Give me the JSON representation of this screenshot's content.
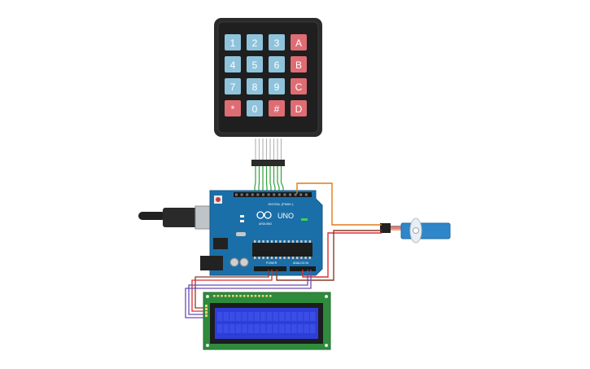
{
  "keypad": {
    "rows": [
      [
        {
          "label": "1",
          "kind": "num"
        },
        {
          "label": "2",
          "kind": "num"
        },
        {
          "label": "3",
          "kind": "num"
        },
        {
          "label": "A",
          "kind": "letter"
        }
      ],
      [
        {
          "label": "4",
          "kind": "num"
        },
        {
          "label": "5",
          "kind": "num"
        },
        {
          "label": "6",
          "kind": "num"
        },
        {
          "label": "B",
          "kind": "letter"
        }
      ],
      [
        {
          "label": "7",
          "kind": "num"
        },
        {
          "label": "8",
          "kind": "num"
        },
        {
          "label": "9",
          "kind": "num"
        },
        {
          "label": "C",
          "kind": "letter"
        }
      ],
      [
        {
          "label": "*",
          "kind": "letter"
        },
        {
          "label": "0",
          "kind": "num"
        },
        {
          "label": "#",
          "kind": "letter"
        },
        {
          "label": "D",
          "kind": "letter"
        }
      ]
    ]
  },
  "arduino": {
    "model_label": "UNO",
    "brand_label": "ARDUINO",
    "digital_label": "DIGITAL (PWM~)",
    "power_label": "POWER",
    "analog_label": "ANALOG IN"
  },
  "colors": {
    "keypad_body": "#2b2b2b",
    "key_num": "#8fc3dc",
    "key_letter": "#de6d73",
    "board": "#1b6fa8",
    "lcd_pcb": "#2e8b3c",
    "lcd_screen": "#2d3ed8",
    "servo": "#2f86c8",
    "wire_orange": "#e07b1a",
    "wire_brown": "#8b3a2a",
    "wire_red": "#d83030",
    "wire_purple": "#6a4bb0",
    "wire_green": "#2fa13a"
  }
}
